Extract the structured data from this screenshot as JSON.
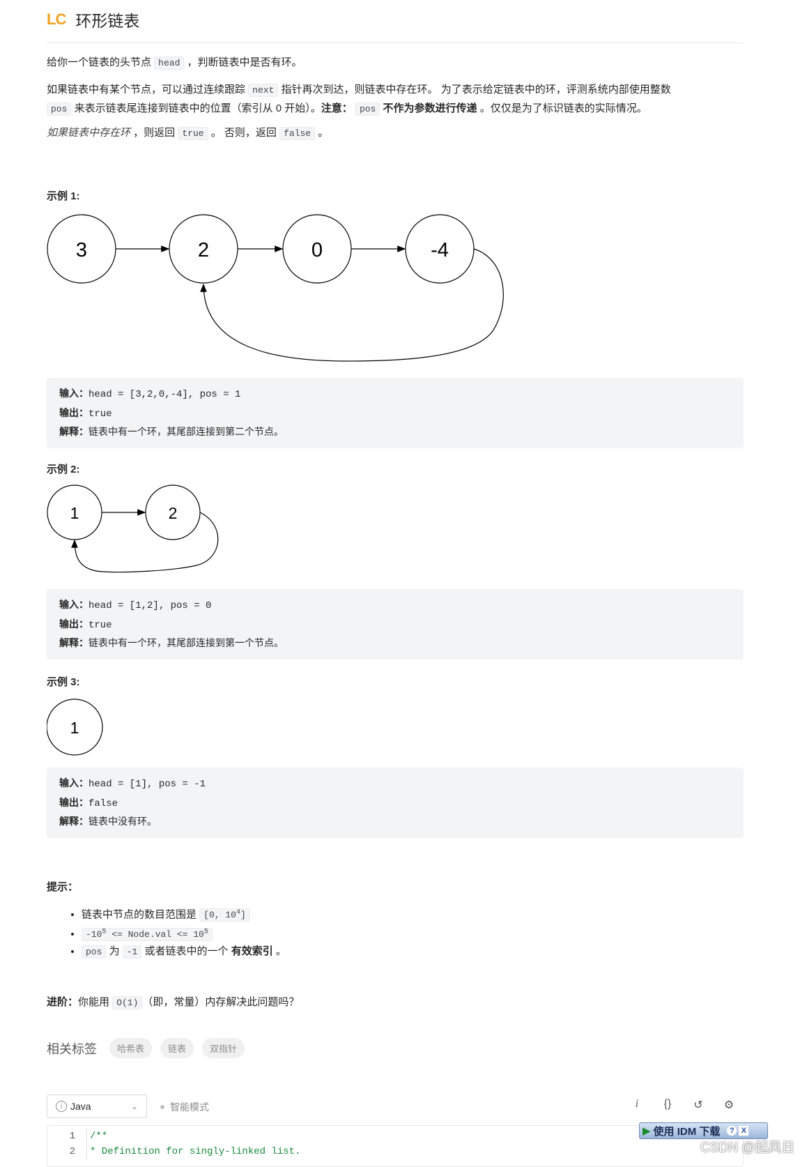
{
  "header": {
    "logo": "LC",
    "title": "环形链表"
  },
  "description": {
    "p1": {
      "a": "给你一个链表的头节点 ",
      "code": "head",
      "b": " ，判断链表中是否有环。"
    },
    "p2": {
      "a": "如果链表中有某个节点，可以通过连续跟踪 ",
      "code1": "next",
      "b": " 指针再次到达，则链表中存在环。 为了表示给定链表中的环，评测系统内部使用整数",
      "code2": "pos",
      "c": " 来表示链表尾连接到链表中的位置（索引从 0 开始）。",
      "note": "注意：",
      "code3": "pos",
      "strong": " 不作为参数进行传递",
      "d": " 。仅仅是为了标识链表的实际情况。"
    },
    "p3": {
      "em": "如果链表中存在环",
      "a": " ，则返回 ",
      "code1": "true",
      "b": " 。 否则，返回 ",
      "code2": "false",
      "c": " 。"
    }
  },
  "examples": [
    {
      "heading": "示例 1:",
      "nodes": [
        "3",
        "2",
        "0",
        "-4"
      ],
      "input_label": "输入：",
      "input": "head = [3,2,0,-4], pos = 1",
      "output_label": "输出：",
      "output": "true",
      "explain_label": "解释：",
      "explain": "链表中有一个环，其尾部连接到第二个节点。"
    },
    {
      "heading": "示例 2:",
      "nodes": [
        "1",
        "2"
      ],
      "input_label": "输入：",
      "input": "head = [1,2], pos = 0",
      "output_label": "输出：",
      "output": "true",
      "explain_label": "解释：",
      "explain": "链表中有一个环，其尾部连接到第一个节点。"
    },
    {
      "heading": "示例 3:",
      "nodes": [
        "1"
      ],
      "input_label": "输入：",
      "input": "head = [1], pos = -1",
      "output_label": "输出：",
      "output": "false",
      "explain_label": "解释：",
      "explain": "链表中没有环。"
    }
  ],
  "tips": {
    "heading": "提示：",
    "t1": {
      "a": "链表中节点的数目范围是 ",
      "code_a": "[0, 10",
      "sup": "4",
      "code_b": "]"
    },
    "t2": {
      "a": "-10",
      "sup1": "5",
      "b": " <= Node.val <= 10",
      "sup2": "5"
    },
    "t3": {
      "code1": "pos",
      "a": " 为 ",
      "code2": "-1",
      "b": " 或者链表中的一个 ",
      "strong": "有效索引",
      "c": " 。"
    }
  },
  "advanced": {
    "label": "进阶：",
    "a": "你能用 ",
    "code": "O(1)",
    "b": "（即，常量）内存解决此问题吗？"
  },
  "tags": {
    "label": "相关标签",
    "items": [
      "哈希表",
      "链表",
      "双指针"
    ]
  },
  "toolbar": {
    "language": "Java",
    "smart_mode": "智能模式",
    "icons": [
      "info-italic-icon",
      "braces-icon",
      "reset-icon",
      "settings-icon"
    ]
  },
  "editor": {
    "lines": [
      {
        "n": "1",
        "text": "/**"
      },
      {
        "n": "2",
        "text": " * Definition for singly-linked list."
      }
    ]
  },
  "idm_bar": {
    "label": "使用 IDM 下载",
    "help": "?",
    "close": "X"
  },
  "watermark": "CSDN @起风日"
}
